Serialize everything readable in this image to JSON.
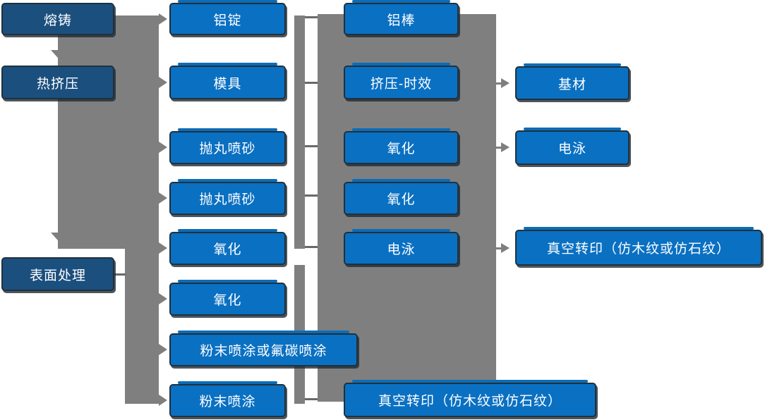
{
  "diagram": {
    "type": "flowchart",
    "language": "zh-CN",
    "columns": [
      {
        "name": "process-stages",
        "node_ids": [
          "melting-casting",
          "hot-extrusion",
          "surface-treatment"
        ]
      },
      {
        "name": "stage-outputs",
        "node_ids": [
          "aluminum-ingot",
          "mold",
          "shot-blasting-1",
          "shot-blasting-2",
          "oxidation-1",
          "oxidation-2",
          "powder-or-fluorocarbon-coating",
          "powder-coating"
        ]
      },
      {
        "name": "treatment-steps",
        "node_ids": [
          "aluminum-rod",
          "extrusion-aging",
          "oxidation-3",
          "oxidation-4",
          "electrophoresis-1",
          "vacuum-transfer-1"
        ]
      },
      {
        "name": "final-products",
        "node_ids": [
          "base-material",
          "electrophoresis-2",
          "vacuum-transfer-2"
        ]
      }
    ],
    "nodes": [
      {
        "id": "melting-casting",
        "label": "熔铸",
        "style": "dark"
      },
      {
        "id": "hot-extrusion",
        "label": "热挤压",
        "style": "dark"
      },
      {
        "id": "surface-treatment",
        "label": "表面处理",
        "style": "dark"
      },
      {
        "id": "aluminum-ingot",
        "label": "铝锭",
        "style": "light"
      },
      {
        "id": "mold",
        "label": "模具",
        "style": "light"
      },
      {
        "id": "shot-blasting-1",
        "label": "抛丸喷砂",
        "style": "light"
      },
      {
        "id": "shot-blasting-2",
        "label": "抛丸喷砂",
        "style": "light"
      },
      {
        "id": "oxidation-1",
        "label": "氧化",
        "style": "light"
      },
      {
        "id": "oxidation-2",
        "label": "氧化",
        "style": "light"
      },
      {
        "id": "powder-or-fluorocarbon-coating",
        "label": "粉末喷涂或氟碳喷涂",
        "style": "light"
      },
      {
        "id": "powder-coating",
        "label": "粉末喷涂",
        "style": "light"
      },
      {
        "id": "aluminum-rod",
        "label": "铝棒",
        "style": "light"
      },
      {
        "id": "extrusion-aging",
        "label": "挤压-时效",
        "style": "light"
      },
      {
        "id": "oxidation-3",
        "label": "氧化",
        "style": "light"
      },
      {
        "id": "oxidation-4",
        "label": "氧化",
        "style": "light"
      },
      {
        "id": "electrophoresis-1",
        "label": "电泳",
        "style": "light"
      },
      {
        "id": "vacuum-transfer-1",
        "label": "真空转印（仿木纹或仿石纹）",
        "style": "light"
      },
      {
        "id": "base-material",
        "label": "基材",
        "style": "light"
      },
      {
        "id": "electrophoresis-2",
        "label": "电泳",
        "style": "light"
      },
      {
        "id": "vacuum-transfer-2",
        "label": "真空转印（仿木纹或仿石纹）",
        "style": "light"
      }
    ],
    "colors": {
      "node_dark_blue": "#1b4f7e",
      "node_blue": "#0a70c2",
      "node_border": "#20313c",
      "node_accent": "#0c6cb7",
      "connector_gray": "#7f7f7f",
      "tick_gray": "#696969",
      "text_color": "#ffffff",
      "background": "#ffffff"
    }
  }
}
